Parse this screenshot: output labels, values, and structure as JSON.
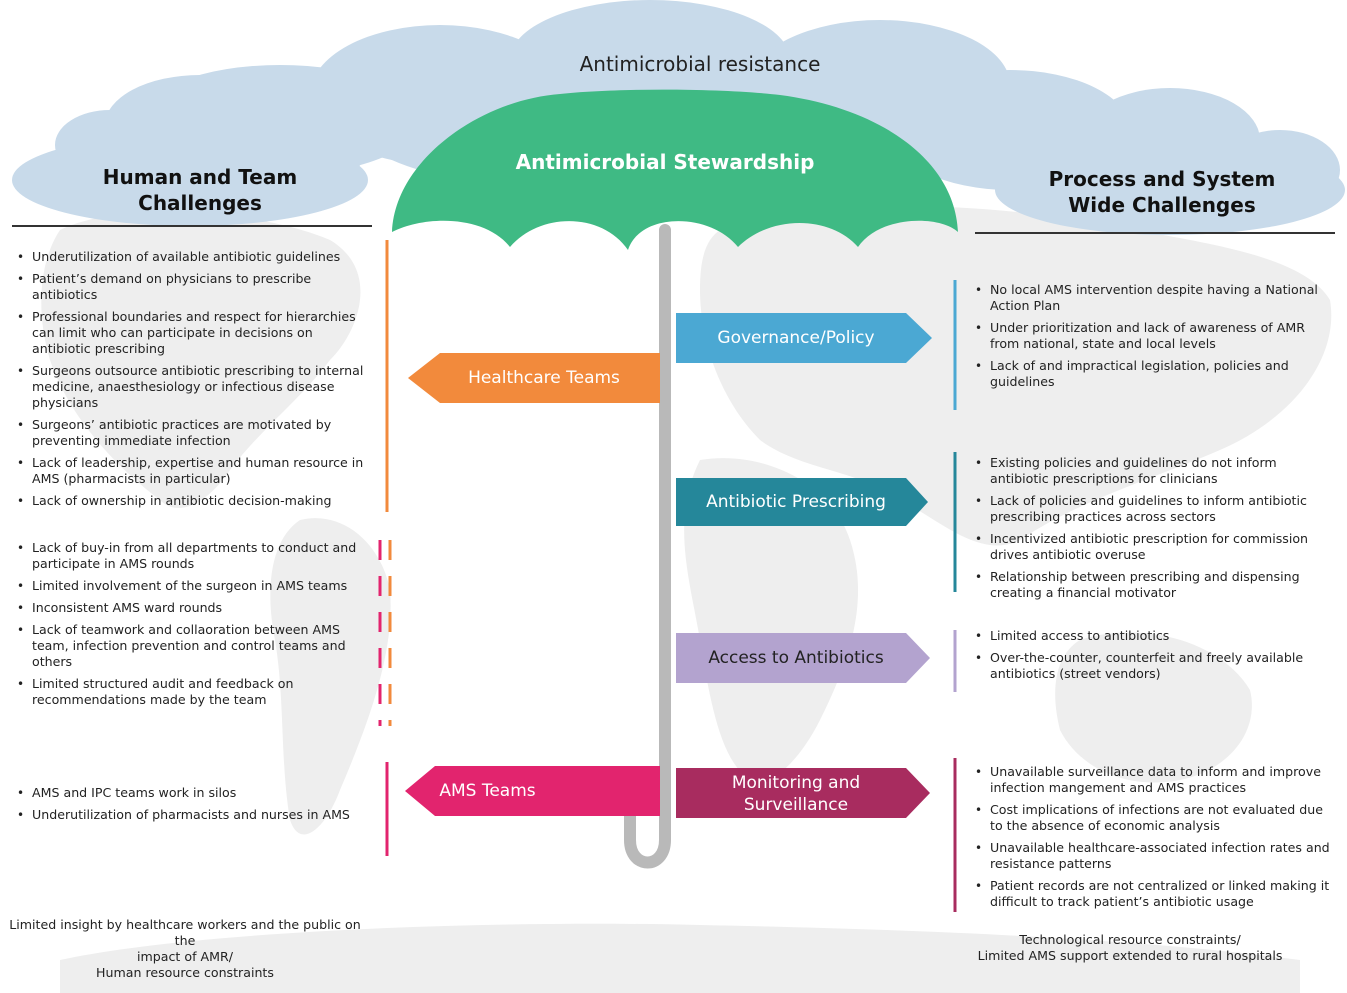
{
  "top_label": "Antimicrobial resistance",
  "umbrella_label": "Antimicrobial Stewardship",
  "left_heading": "Human and Team Challenges",
  "right_heading": "Process and System Wide Challenges",
  "arrows": {
    "healthcare_teams": "Healthcare Teams",
    "governance": "Governance/Policy",
    "prescribing": "Antibiotic Prescribing",
    "access": "Access to Antibiotics",
    "ams_teams": "AMS Teams",
    "monitoring_line1": "Monitoring and",
    "monitoring_line2": "Surveillance"
  },
  "colors": {
    "healthcare_teams": "#f28a3c",
    "governance": "#4ba8d3",
    "prescribing": "#25879a",
    "access": "#b3a3cf",
    "ams_teams": "#e2246e",
    "monitoring": "#a82c5f",
    "umbrella": "#3fba84",
    "cloud": "#c8daea",
    "handle": "#b9b9b9"
  },
  "left_lists": {
    "group1": [
      "Underutilization of available antibiotic guidelines",
      "Patient’s demand on physicians to prescribe antibiotics",
      "Professional boundaries and respect for hierarchies can limit who can participate in decisions on antibiotic prescribing",
      "Surgeons outsource antibiotic prescribing to internal medicine, anaesthesiology or infectious disease physicians",
      "Surgeons’ antibiotic practices are motivated by preventing immediate infection",
      "Lack of leadership, expertise and human resource in AMS (pharmacists in particular)",
      "Lack of ownership in antibiotic decision-making"
    ],
    "group2": [
      "Lack of buy-in from all departments to conduct and participate in AMS rounds",
      "Limited involvement of the surgeon in AMS teams",
      "Inconsistent AMS ward rounds",
      "Lack of teamwork and collaoration between AMS team, infection prevention and control teams and others",
      "Limited structured audit and feedback on recommendations made by the team"
    ],
    "group3": [
      "AMS and IPC teams work in silos",
      "Underutilization of pharmacists and nurses in AMS"
    ]
  },
  "right_lists": {
    "governance": [
      "No local AMS intervention despite having a National Action Plan",
      "Under prioritization and lack of awareness of AMR from national, state and local levels",
      "Lack of and impractical legislation, policies and guidelines"
    ],
    "prescribing": [
      "Existing policies and guidelines do not inform antibiotic prescriptions for clinicians",
      "Lack of policies and guidelines to inform antibiotic prescribing practices across sectors",
      "Incentivized antibiotic prescription for commission drives antibiotic overuse",
      "Relationship between prescribing and dispensing creating a financial motivator"
    ],
    "access": [
      "Limited access to antibiotics",
      "Over-the-counter, counterfeit and freely available antibiotics (street vendors)"
    ],
    "monitoring": [
      "Unavailable surveillance data to inform and improve infection mangement and AMS practices",
      "Cost implications of infections are not evaluated due to the absence of economic analysis",
      "Unavailable healthcare-associated infection rates and resistance patterns",
      "Patient records are not centralized or linked making it difficult to track patient’s antibiotic usage"
    ]
  },
  "footers": {
    "left_line1": "Limited insight by healthcare workers and the public on the",
    "left_line2": "impact of AMR/",
    "left_line3": "Human resource constraints",
    "right_line1": "Technological resource constraints/",
    "right_line2": "Limited AMS support extended to rural hospitals"
  }
}
